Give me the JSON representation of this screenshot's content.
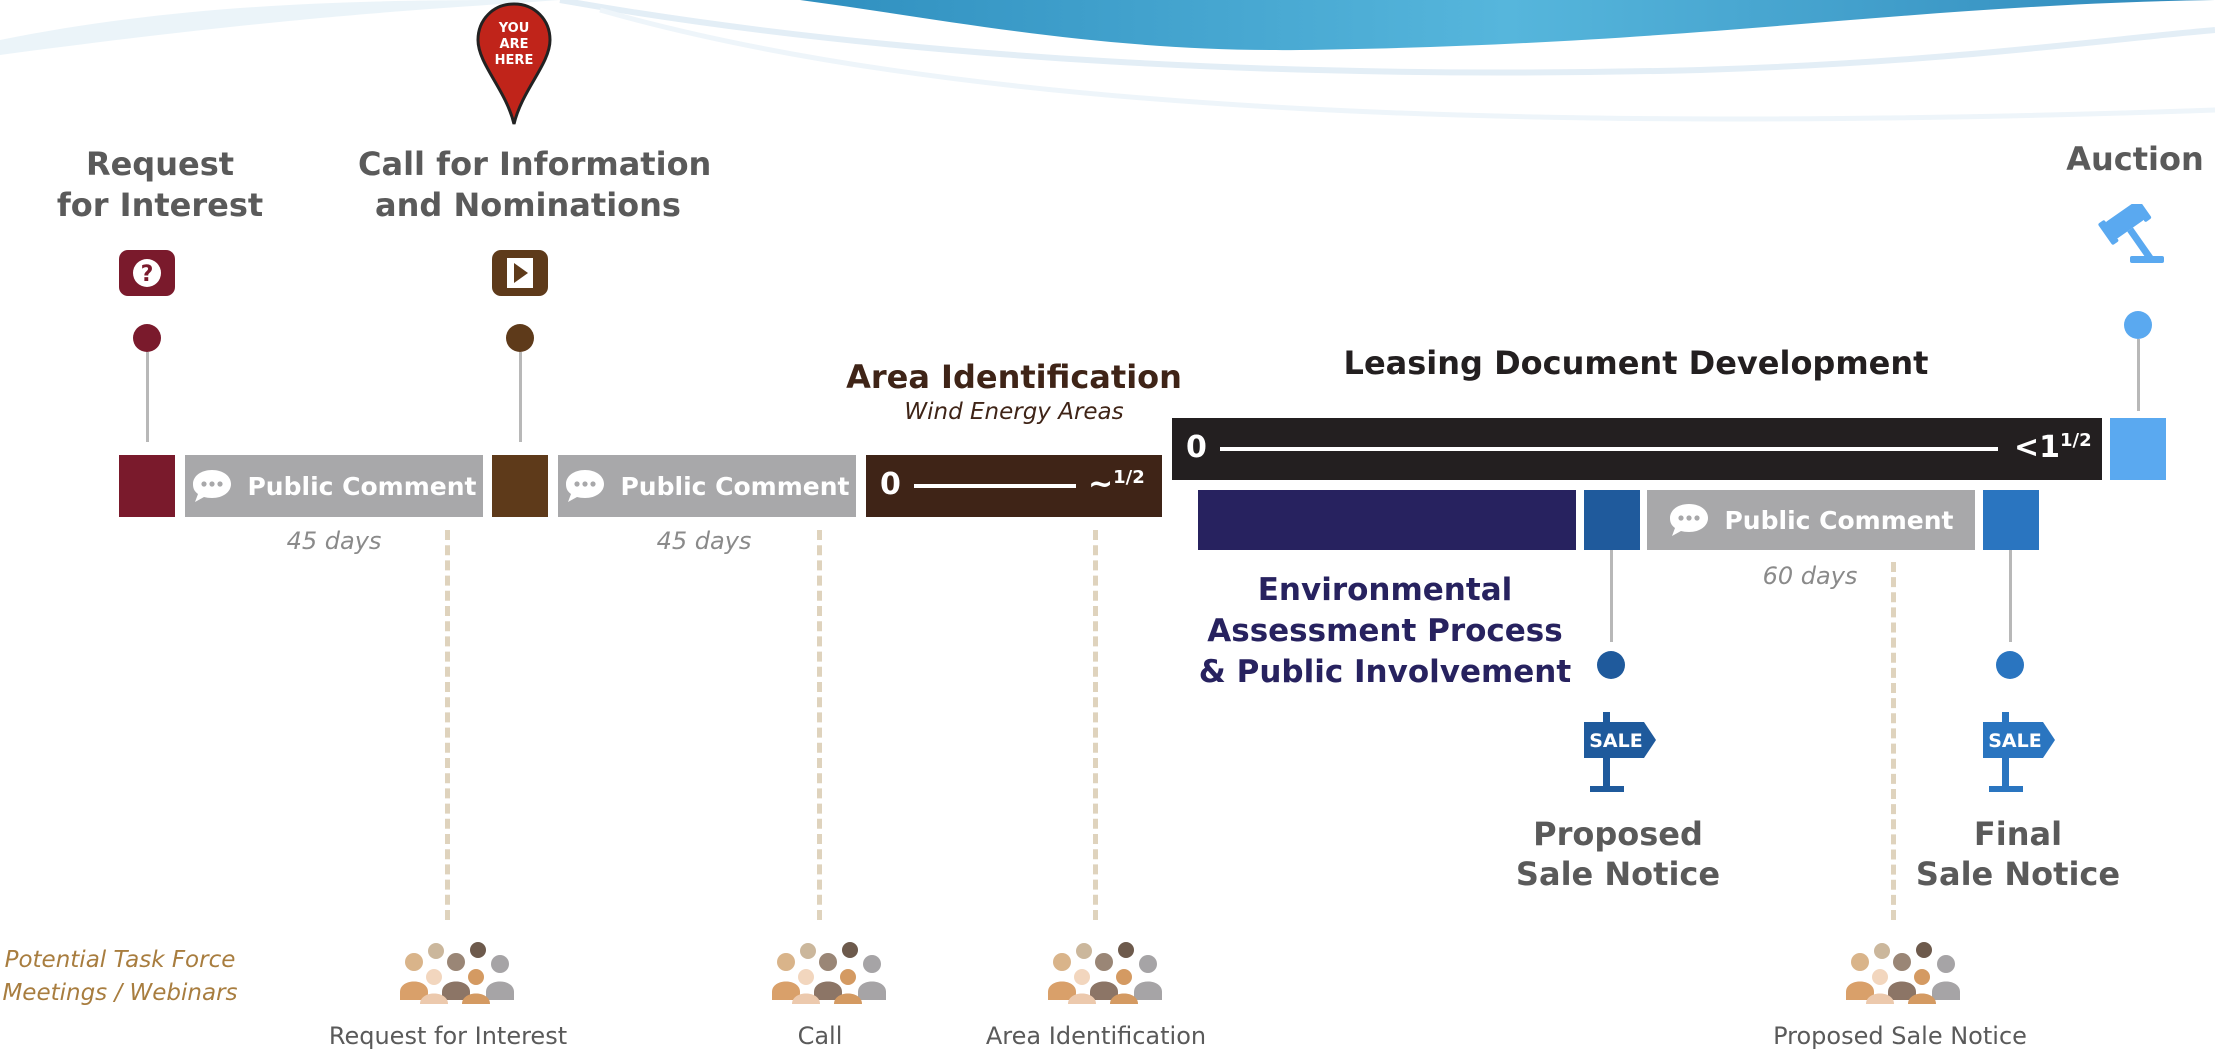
{
  "milestones": {
    "rfi_title": [
      "Request",
      "for Interest"
    ],
    "call_title": [
      "Call for Information",
      "and Nominations"
    ],
    "you_are_here": [
      "YOU",
      "ARE",
      "HERE"
    ],
    "area_title": "Area Identification",
    "area_subtitle": "Wind Energy Areas",
    "area_range_start": "0",
    "area_range_end": "~",
    "area_range_end_sup": "1/2",
    "leasing_title": "Leasing Document Development",
    "leasing_range_start": "0",
    "leasing_range_end": "<1",
    "leasing_range_end_sup": "1/2",
    "auction_title": "Auction",
    "env_title": [
      "Environmental",
      "Assessment Process",
      "& Public Involvement"
    ],
    "proposed_sale_title": [
      "Proposed",
      "Sale Notice"
    ],
    "final_sale_title": [
      "Final",
      "Sale Notice"
    ],
    "sale_sign_text": "SALE"
  },
  "public_comment": [
    {
      "label": "Public Comment",
      "days": "45 days"
    },
    {
      "label": "Public Comment",
      "days": "45 days"
    },
    {
      "label": "Public Comment",
      "days": "60 days"
    }
  ],
  "task_force": {
    "label": [
      "Potential Task Force",
      "Meetings / Webinars"
    ],
    "groups": [
      "Request for Interest",
      "Call",
      "Area Identification",
      "Proposed Sale Notice"
    ]
  },
  "colors": {
    "maroon": "#7a1a2c",
    "brown": "#5e3a1a",
    "dark_brown": "#3f2417",
    "black_bar": "#231f20",
    "navy": "#27225f",
    "blue": "#1f5a9c",
    "light_blue": "#5aa9f0",
    "comment_gray": "#a8a8aa",
    "dash_tan": "#dfd3bd",
    "task_force_label": "#a87d3f"
  },
  "icons": [
    "question-icon",
    "play-icon",
    "map-pin-icon",
    "gavel-icon",
    "speech-bubble-icon",
    "sale-sign-icon",
    "people-group-icon",
    "water-banner"
  ]
}
